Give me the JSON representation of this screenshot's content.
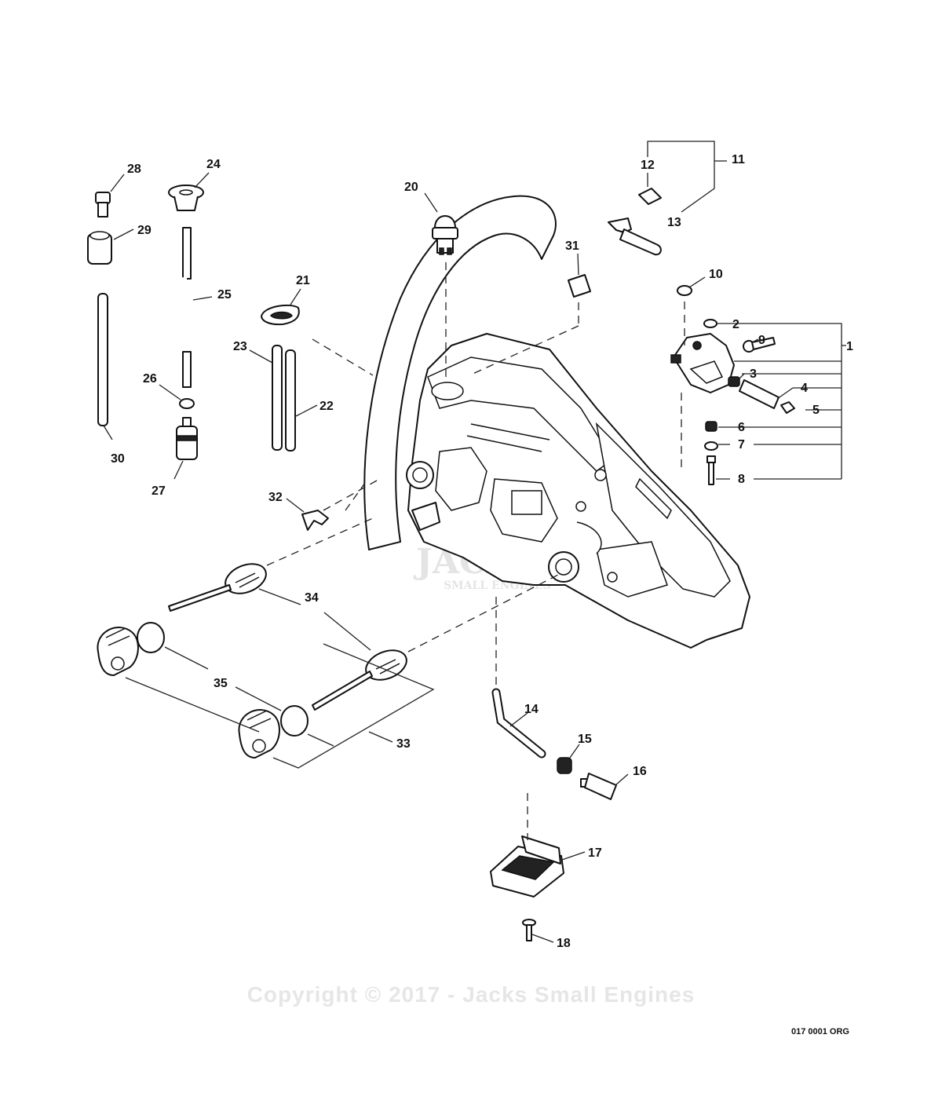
{
  "callouts": [
    "1",
    "2",
    "3",
    "4",
    "5",
    "6",
    "7",
    "8",
    "9",
    "10",
    "11",
    "12",
    "13",
    "14",
    "15",
    "16",
    "17",
    "18",
    "20",
    "21",
    "22",
    "23",
    "24",
    "25",
    "26",
    "27",
    "28",
    "29",
    "30",
    "31",
    "32",
    "33",
    "34",
    "35"
  ],
  "watermark": {
    "line1": "JACKS",
    "line2": "SMALL ENGINES",
    "mark": "©"
  },
  "copyright": "Copyright © 2017 - Jacks Small Engines",
  "diagram_code": "017 0001 ORG",
  "colors": {
    "line": "#111111",
    "background": "#ffffff",
    "watermark": "#e4e4e4"
  }
}
